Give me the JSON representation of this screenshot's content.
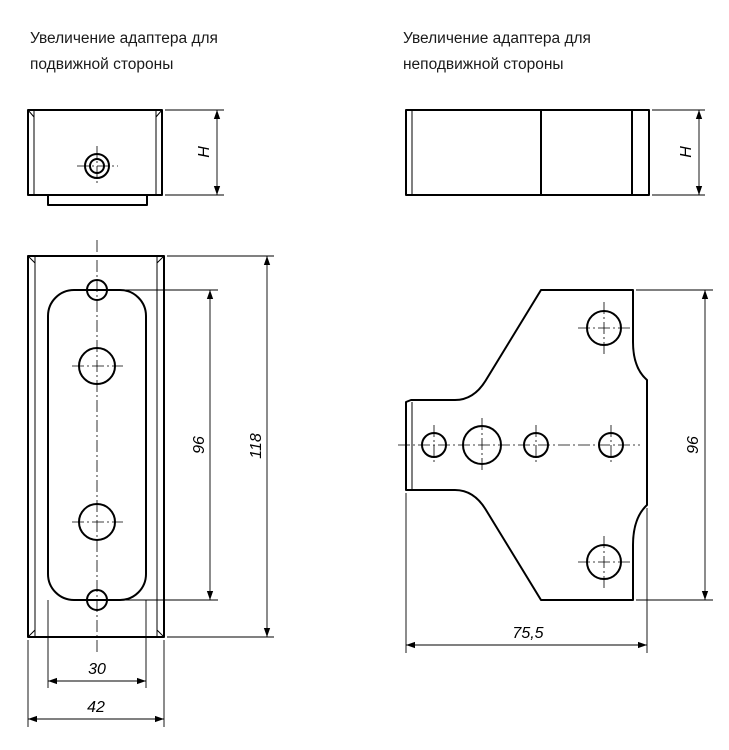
{
  "captions": {
    "movable_side": [
      "Увеличение адаптера для",
      "подвижной стороны"
    ],
    "fixed_side": [
      "Увеличение адаптера для",
      "неподвижной стороны"
    ]
  },
  "dimensions": {
    "left_height": "H",
    "right_height": "H",
    "left_hole_spacing": "96",
    "left_total_length": "118",
    "left_slot_width": "30",
    "left_total_width": "42",
    "right_hole_spacing": "96",
    "right_total_length": "75,5"
  }
}
